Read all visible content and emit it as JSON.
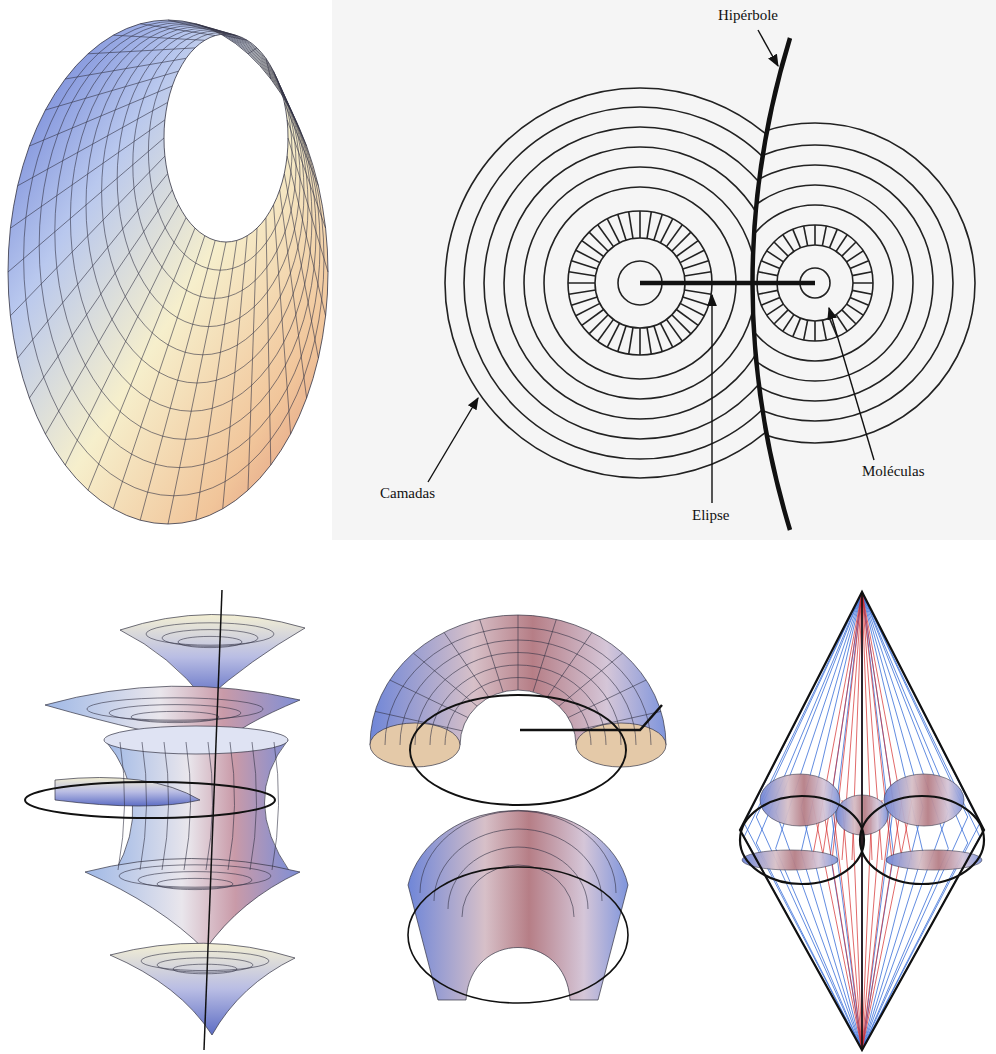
{
  "diagram": {
    "labels": [
      "Hipérbole",
      "Camadas",
      "Elipse",
      "Moléculas"
    ]
  }
}
